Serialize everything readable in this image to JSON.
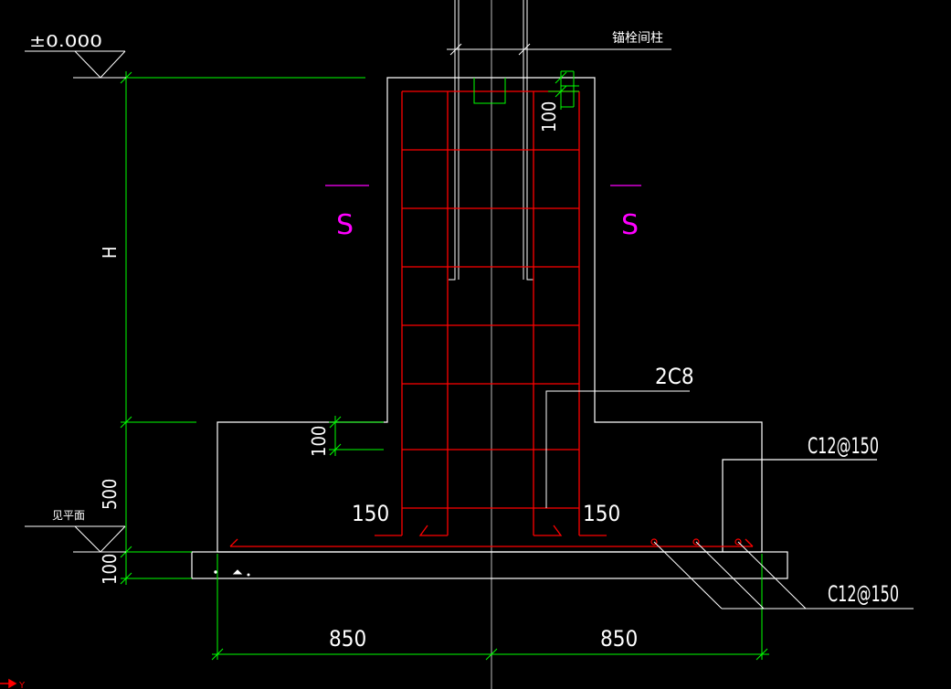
{
  "colors": {
    "background": "#000000",
    "outline": "#ffffff",
    "rebar": "#ff0000",
    "dimension": "#00ff00",
    "section_mark": "#ff00ff",
    "axis": "#c0c0c0",
    "ucs": "#ff0000"
  },
  "elevation_top": "±0.000",
  "elevation_bottom": "见平面",
  "anchor_bolt_label": "锚栓间柱",
  "dimensions": {
    "height": "H",
    "pedestal_height": "500",
    "cushion": "100",
    "top_cover": "100",
    "step": "100",
    "left_width": "850",
    "right_width": "850",
    "hook_left": "150",
    "hook_right": "150"
  },
  "rebar_labels": {
    "stirrup": "2C8",
    "top_mesh": "C12@150",
    "bottom_mesh": "C12@150"
  },
  "section_marks": {
    "left": "S",
    "right": "S"
  },
  "ucs_label": "Y"
}
